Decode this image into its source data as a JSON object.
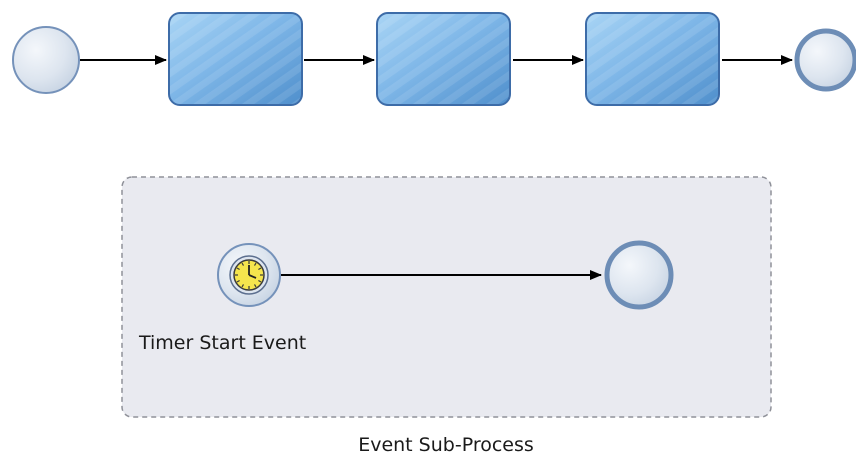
{
  "main_process": {
    "start_event": {
      "type": "none-start-event"
    },
    "tasks": [
      {
        "type": "task",
        "label": ""
      },
      {
        "type": "task",
        "label": ""
      },
      {
        "type": "task",
        "label": ""
      }
    ],
    "end_event": {
      "type": "none-end-event"
    }
  },
  "event_subprocess": {
    "label": "Event Sub-Process",
    "border_style": "dashed",
    "timer_start_event": {
      "label": "Timer Start Event",
      "icon": "clock-icon"
    },
    "end_event": {
      "type": "none-end-event"
    }
  },
  "colors": {
    "task_fill_light": "#9ecdf0",
    "task_fill_dark": "#4f93cf",
    "task_stroke": "#3f6ea8",
    "event_fill": "#e3eaf3",
    "event_stroke": "#6f8fb8",
    "subprocess_fill": "#e8e9f0",
    "subprocess_stroke": "#8e9098",
    "flow": "#000000",
    "clock_face": "#f4e34e"
  }
}
